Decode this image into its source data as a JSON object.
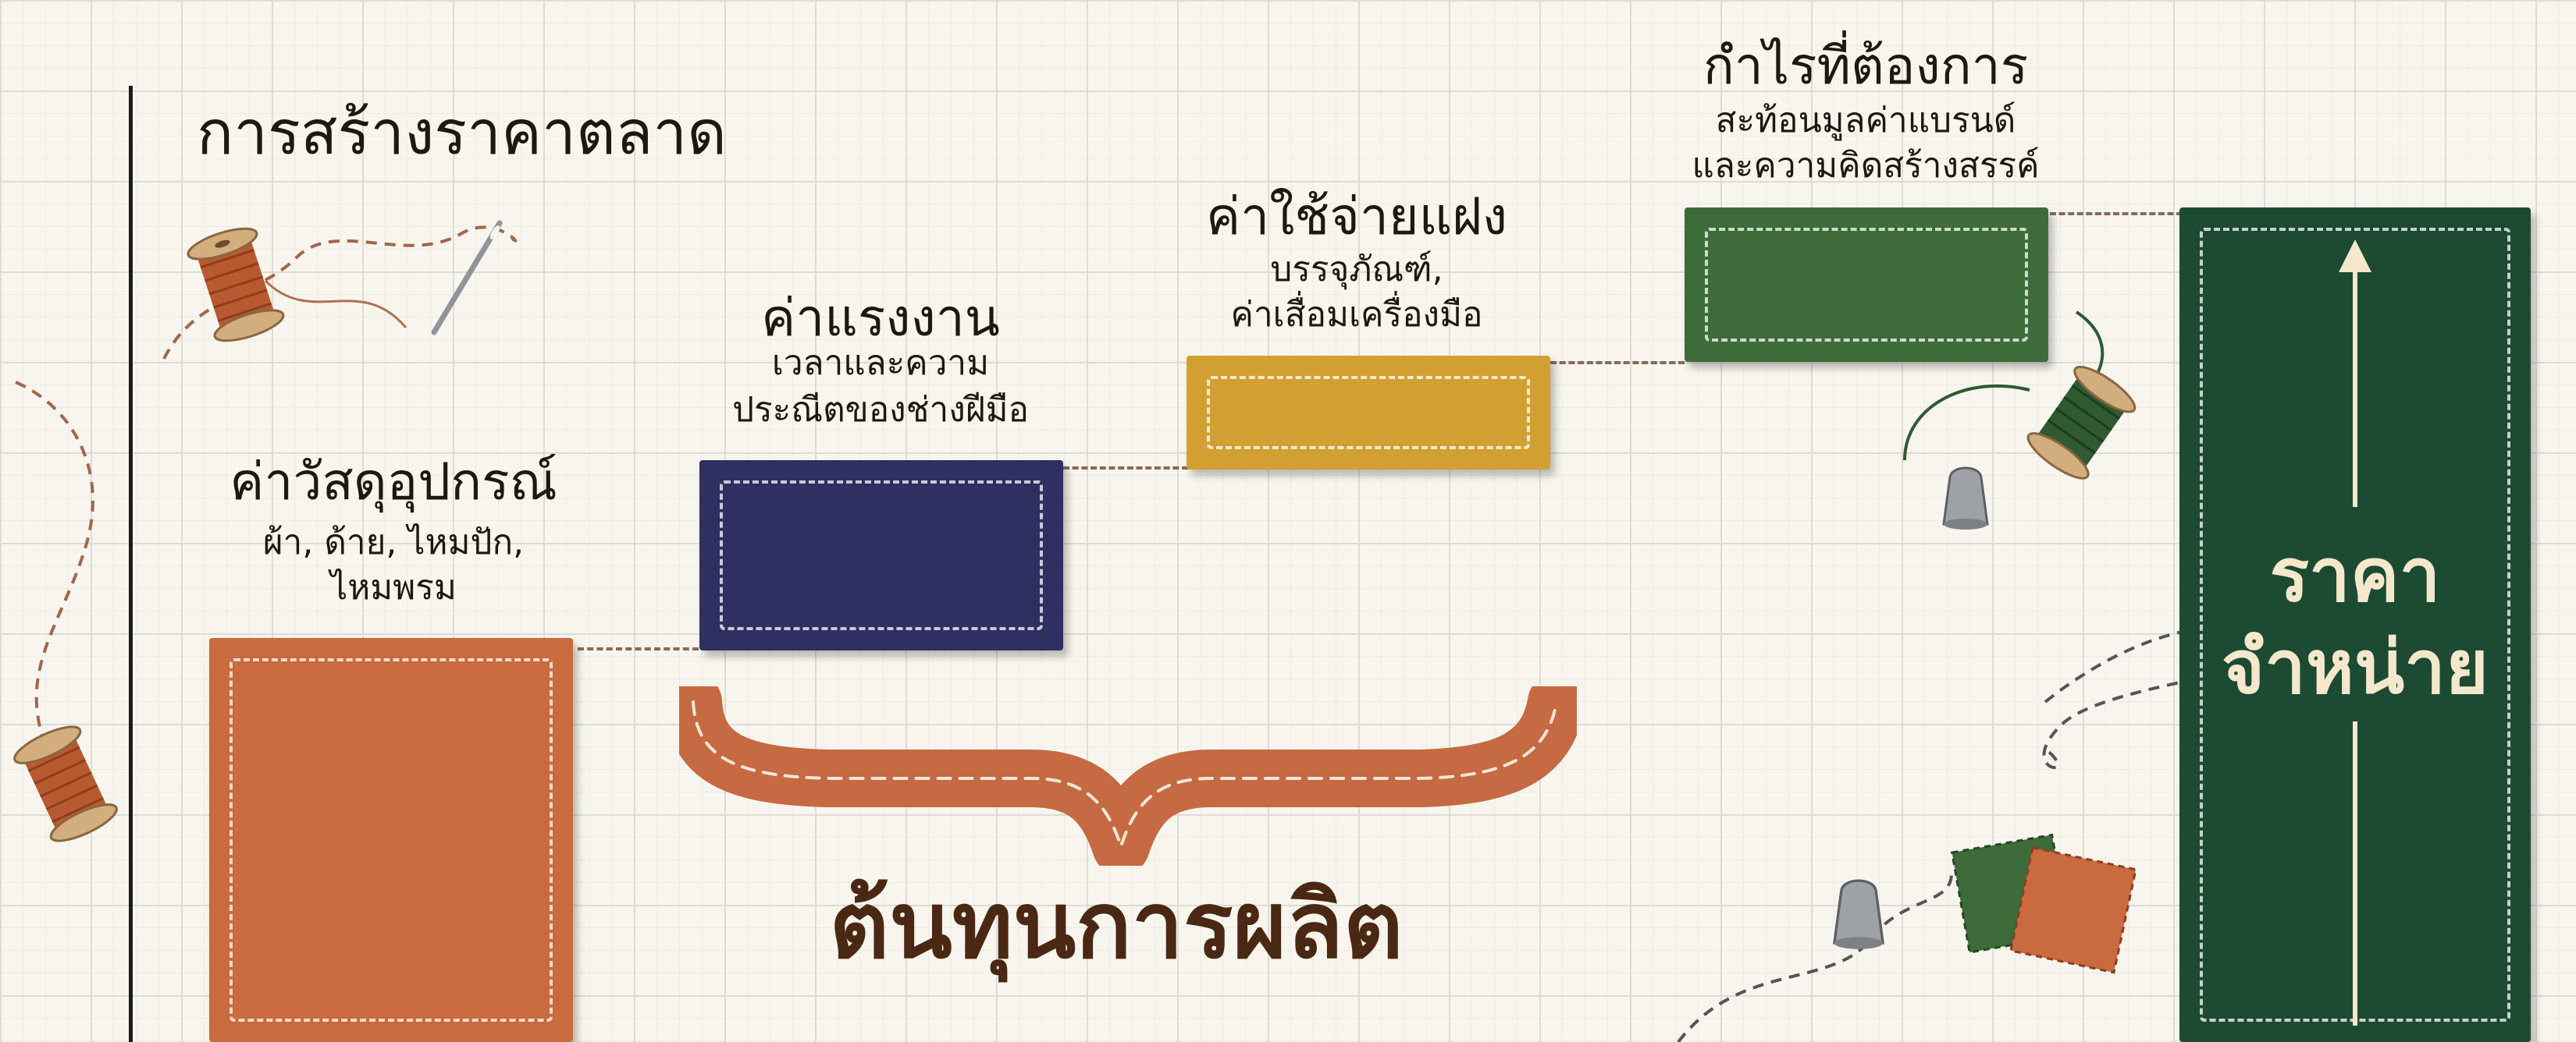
{
  "title": "การสร้างราคาตลาด",
  "colors": {
    "materials": "#c96a3f",
    "labor": "#2f2f62",
    "overhead": "#d2a032",
    "profit": "#3d6b3a",
    "price": "#1c4a33",
    "brace": "#c56a42",
    "total_text": "#4a2814"
  },
  "components": [
    {
      "label": "ค่าวัสดุอุปกรณ์",
      "detail_lines": [
        "ผ้า, ด้าย, ไหมปัก,",
        "ไหมพรม"
      ]
    },
    {
      "label": "ค่าแรงงาน",
      "detail_lines": [
        "เวลาและความ",
        "ประณีตของช่างฝีมือ"
      ]
    },
    {
      "label": "ค่าใช้จ่ายแฝง",
      "detail_lines": [
        "บรรจุภัณฑ์,",
        "ค่าเสื่อมเครื่องมือ"
      ]
    },
    {
      "label": "กำไรที่ต้องการ",
      "detail_lines": [
        "สะท้อนมูลค่าแบรนด์",
        "และความคิดสร้างสรรค์"
      ]
    }
  ],
  "brace_label": "ต้นทุนการผลิต",
  "price_label_lines": [
    "ราคา",
    "จำหน่าย"
  ],
  "icons": [
    "thread-spool-icon",
    "needle-icon",
    "thimble-icon",
    "fabric-swatch-icon"
  ]
}
